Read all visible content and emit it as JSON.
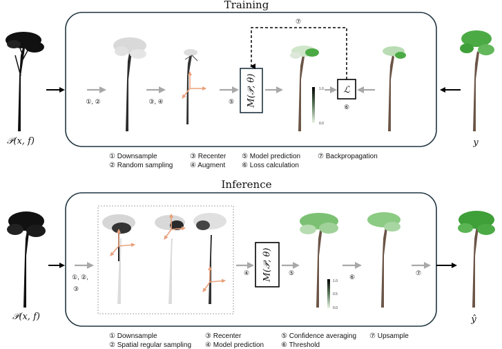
{
  "training": {
    "title": "Training",
    "input_label": "𝒫(x, f)",
    "output_label": "y",
    "model_label": "M(𝒫, θ)",
    "loss_label": "ℒ",
    "step_a": "①, ②",
    "step_b": "③, ④",
    "step_c": "⑤",
    "step_loss": "⑥",
    "step_back": "⑦",
    "scale_top": "1.0",
    "scale_bottom": "0.0",
    "legend": [
      "① Downsample",
      "② Random sampling",
      "③ Recenter",
      "④ Augment",
      "⑤ Model prediction",
      "⑥ Loss calculation",
      "⑦ Backpropagation"
    ]
  },
  "inference": {
    "title": "Inference",
    "input_label": "𝒫(x, f)",
    "output_label": "ŷ",
    "model_label": "M(𝒫, θ)",
    "step_a1": "①, ②,",
    "step_a2": "③",
    "step_b": "④",
    "step_c": "⑤",
    "step_d": "⑥",
    "step_e": "⑦",
    "scale_top": "1.0",
    "scale_mid": "0.5",
    "scale_bottom": "0.0",
    "legend": [
      "① Downsample",
      "② Spatial regular sampling",
      "③ Recenter",
      "④ Model prediction",
      "⑤ Confidence averaging",
      "⑥ Threshold",
      "⑦ Upsample"
    ]
  },
  "colors": {
    "panel_border": "#1f3440",
    "gray_arrow": "#a8a8a8",
    "orange_axes": "#e8a07a",
    "green_leaf": "#4caa45",
    "trunk_brown": "#6b5547"
  }
}
